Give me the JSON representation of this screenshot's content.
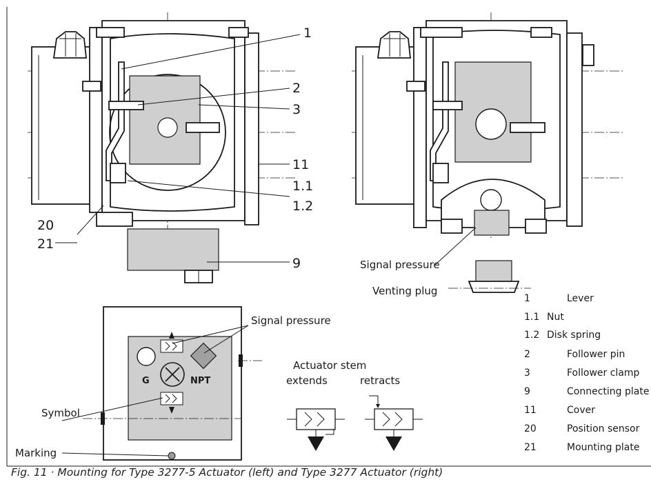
{
  "callouts_left": {
    "c1": "1",
    "c2": "2",
    "c3": "3",
    "c11": "11",
    "c1_1": "1.1",
    "c1_2": "1.2",
    "c20": "20",
    "c21": "21",
    "c9": "9"
  },
  "right_view": {
    "signal_pressure": "Signal pressure",
    "venting_plug": "Venting plug"
  },
  "detail": {
    "signal_pressure": "Signal pressure",
    "symbol": "Symbol",
    "marking": "Marking",
    "g": "G",
    "npt": "NPT"
  },
  "stem": {
    "title": "Actuator stem",
    "extends": "extends",
    "retracts": "retracts"
  },
  "legend": [
    {
      "num": "1",
      "text": "Lever"
    },
    {
      "num": "1.1",
      "text": "Nut"
    },
    {
      "num": "1.2",
      "text": "Disk spring"
    },
    {
      "num": "2",
      "text": "Follower pin"
    },
    {
      "num": "3",
      "text": "Follower clamp"
    },
    {
      "num": "9",
      "text": "Connecting plate"
    },
    {
      "num": "11",
      "text": "Cover"
    },
    {
      "num": "20",
      "text": "Position sensor"
    },
    {
      "num": "21",
      "text": "Mounting plate"
    }
  ],
  "caption": "Fig. 11 · Mounting for Type 3277-5 Actuator (left) and Type 3277 Actuator (right)"
}
